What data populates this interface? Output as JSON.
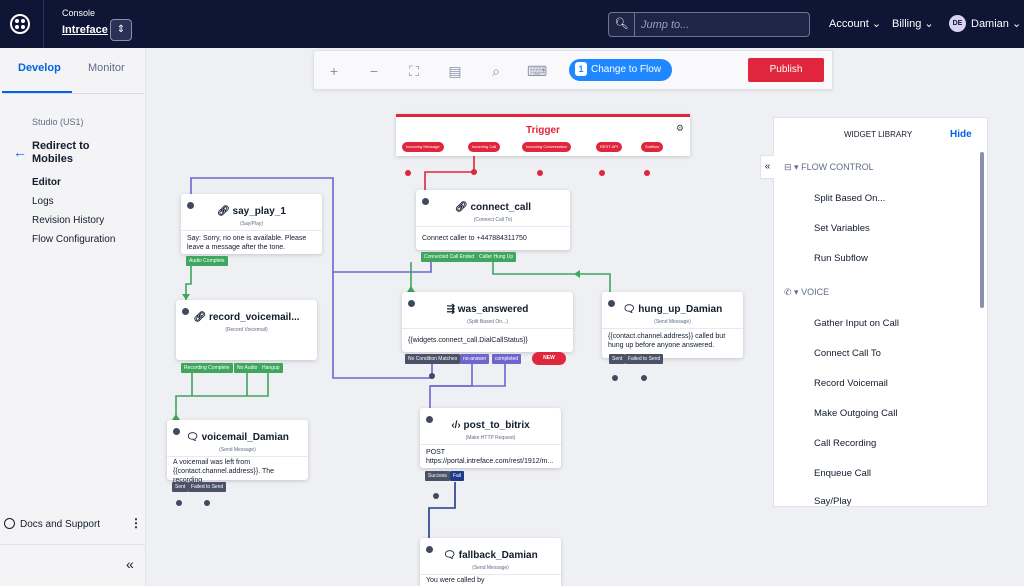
{
  "header": {
    "console_label": "Console",
    "account_name": "Intreface",
    "search_placeholder": "Jump to...",
    "account_menu": "Account",
    "billing_menu": "Billing",
    "user_initials": "DE",
    "user_name": "Damian"
  },
  "sidebar": {
    "tabs": [
      "Develop",
      "Monitor"
    ],
    "studio_label": "Studio (US1)",
    "flow_name": "Redirect to Mobiles",
    "links": [
      "Editor",
      "Logs",
      "Revision History",
      "Flow Configuration"
    ],
    "docs": "Docs and Support"
  },
  "toolbar": {
    "change_count": "1",
    "change_label": "Change to Flow",
    "publish_label": "Publish"
  },
  "trigger": {
    "title": "Trigger",
    "chips": [
      "Incoming Message",
      "Incoming Call",
      "Incoming Conversation",
      "REST API",
      "Subflow"
    ]
  },
  "widgets": {
    "say_play": {
      "title": "say_play_1",
      "sub": "(Say/Play)",
      "body": "Say: Sorry, no one is available. Please leave a message after the tone.",
      "chips": [
        "Audio Complete"
      ]
    },
    "connect_call": {
      "title": "connect_call",
      "sub": "(Connect Call To)",
      "body": "Connect caller to +447884311750",
      "chips": [
        "Connected Call Ended",
        "Caller Hung Up"
      ]
    },
    "record": {
      "title": "record_voicemail...",
      "sub": "(Record Voicemail)",
      "body": "",
      "chips": [
        "Recording Complete",
        "No Audio",
        "Hangup"
      ]
    },
    "was_answered": {
      "title": "was_answered",
      "sub": "(Split Based On...)",
      "body": "{{widgets.connect_call.DialCallStatus}}",
      "chips": [
        "No Condition Matches",
        "no-answer",
        "completed"
      ],
      "new_label": "NEW"
    },
    "hung_up": {
      "title": "hung_up_Damian",
      "sub": "(Send Message)",
      "body": "{{contact.channel.address}} called but hung up before anyone answered.",
      "chips": [
        "Sent",
        "Failed to Send"
      ]
    },
    "voicemail": {
      "title": "voicemail_Damian",
      "sub": "(Send Message)",
      "body": "A voicemail was left from {{contact.channel.address}}. The recording",
      "chips": [
        "Sent",
        "Failed to Send"
      ]
    },
    "post": {
      "title": "post_to_bitrix",
      "sub": "(Make HTTP Request)",
      "body_line1": "POST",
      "body_line2": "https://portal.intreface.com/rest/1912/m...",
      "chips": [
        "Success",
        "Fail"
      ]
    },
    "fallback": {
      "title": "fallback_Damian",
      "sub": "(Send Message)",
      "body": "You were called by"
    }
  },
  "library": {
    "title": "WIDGET LIBRARY",
    "hide": "Hide",
    "sections": [
      {
        "name": "FLOW CONTROL",
        "items": [
          "Split Based On...",
          "Set Variables",
          "Run Subflow"
        ]
      },
      {
        "name": "VOICE",
        "items": [
          "Gather Input on Call",
          "Connect Call To",
          "Record Voicemail",
          "Make Outgoing Call",
          "Call Recording",
          "Enqueue Call",
          "Say/Play"
        ]
      }
    ]
  }
}
